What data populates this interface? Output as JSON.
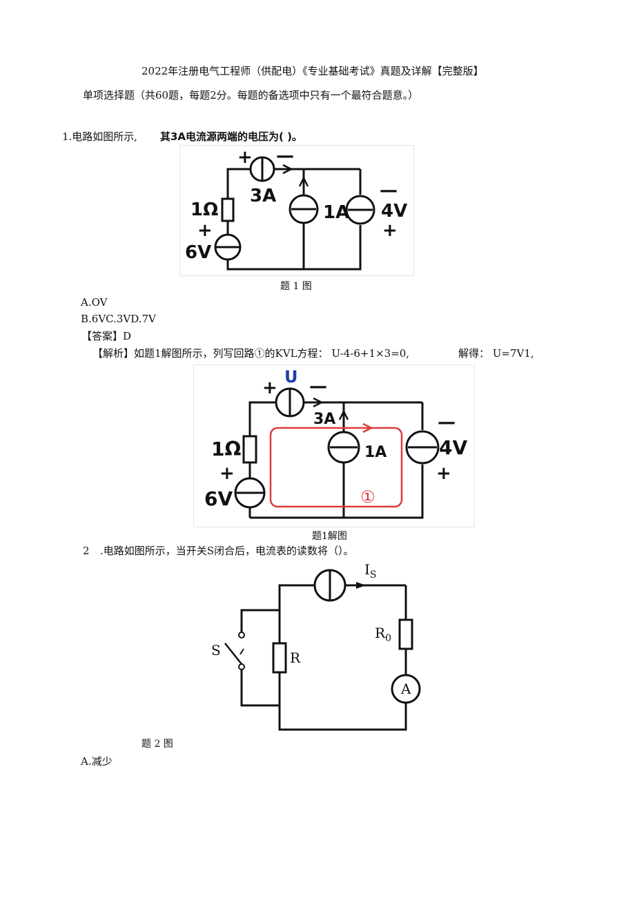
{
  "document": {
    "title": "2022年注册电气工程师（供配电）《专业基础考试》真题及详解【完整版】",
    "intro": "单项选择题（共60题，每题2分。每题的备选项中只有一个最符合题意。）"
  },
  "q1": {
    "stem_a": "1.电路如图所示,",
    "stem_b": "其3A电流源两端的电压为(      )。",
    "figure_caption": "题 1 图",
    "options": [
      "A.OV",
      "B.6VC.3VD.7V"
    ],
    "answer": "【答案】D",
    "analysis_a": "【解析】如题1解图所示，列写回路①的KVL方程：  U-4-6+1×3=0,",
    "analysis_b": "解得：  U=7V1,",
    "solution_caption": "题1解图",
    "circuit": {
      "plus": "+",
      "minus": "—",
      "resistor": "1Ω",
      "source_3a": "3A",
      "source_1a": "1A",
      "source_6v": "6V",
      "source_4v": "4V",
      "unknown_u": "U",
      "loop": "①"
    }
  },
  "q2": {
    "num": "2",
    "stem": ".电路如图所示，当开关S闭合后，电流表的读数将（）。",
    "figure_caption": "题 2 图",
    "options": [
      "A.减少"
    ],
    "circuit": {
      "switch": "S",
      "resistor": "R",
      "current_source": "I",
      "current_sub": "S",
      "r0": "R",
      "r0_sub": "0",
      "ammeter": "A"
    }
  },
  "colors": {
    "loop": "#e03a3a",
    "u_label": "#1f3ea8",
    "frame": "#dddddd"
  }
}
